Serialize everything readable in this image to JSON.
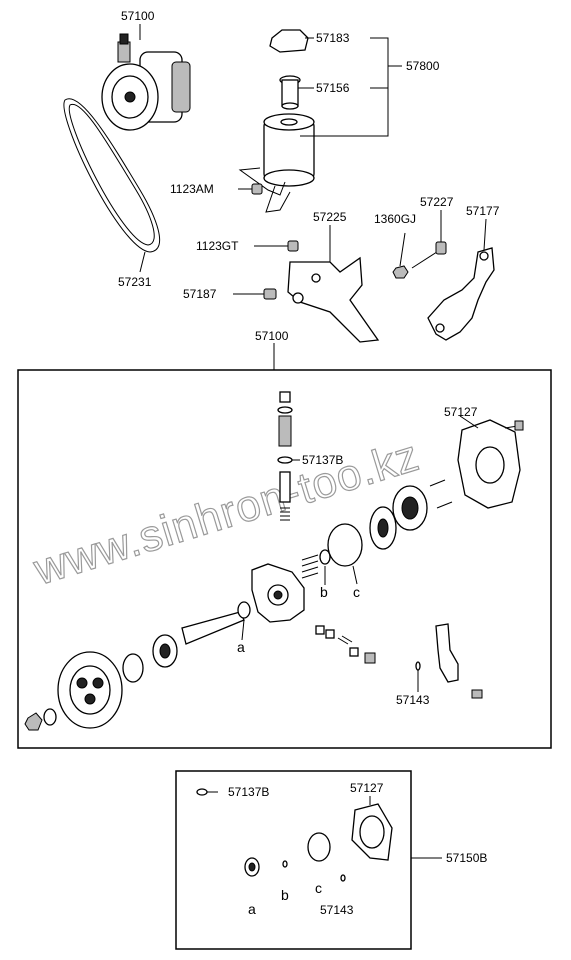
{
  "labels": {
    "pump_top": "57100",
    "cap": "57183",
    "group_reservoir": "57800",
    "filter": "57156",
    "bolt_am": "1123AM",
    "bolt_gt": "1123GT",
    "bracket": "57225",
    "nut": "1360GJ",
    "bolt_long": "57227",
    "bracket_2": "57177",
    "bolt_187": "57187",
    "belt": "57231",
    "pump_assembly": "57100",
    "gasket": "57127",
    "seal_b": "57137B",
    "seal_143": "57143",
    "kit_gasket": "57127",
    "kit_seal": "57137B",
    "kit_143": "57143",
    "kit_group": "57150B",
    "ref_a": "a",
    "ref_b": "b",
    "ref_c": "c",
    "kit_a": "a",
    "kit_b": "b",
    "kit_c": "c"
  },
  "watermark": "www.sinhron-too.kz"
}
